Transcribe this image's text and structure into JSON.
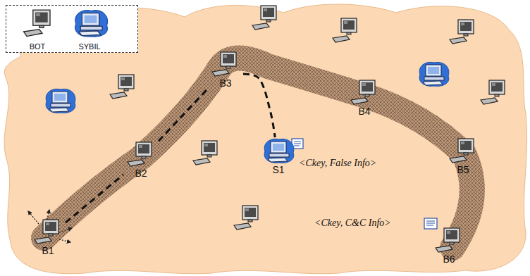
{
  "diagram": {
    "nodes": [
      {
        "text": [
          "B1"
        ]
      },
      {
        "text": [
          "B2"
        ]
      },
      {
        "text": [
          "B3"
        ]
      },
      {
        "text": [
          "B4"
        ]
      },
      {
        "text": [
          "B5"
        ]
      },
      {
        "text": [
          "B6"
        ]
      },
      {
        "text": [
          "S1"
        ]
      }
    ],
    "edges": [
      {
        "from": 0,
        "to": 1,
        "arrow": "none"
      },
      {
        "from": 1,
        "to": 2,
        "arrow": "none"
      },
      {
        "from": 2,
        "to": 6,
        "arrow": "none"
      }
    ],
    "labels": [
      "<Ckey, False Info>",
      "<Ckey, C&C Info>"
    ],
    "legend": [
      {
        "text": "BOT"
      },
      {
        "text": "SYBIL"
      }
    ]
  }
}
